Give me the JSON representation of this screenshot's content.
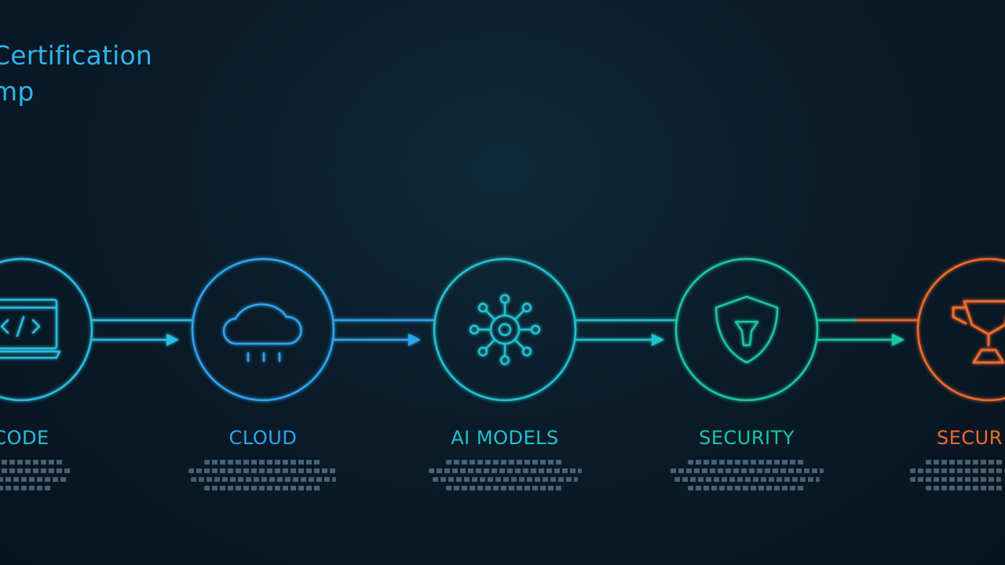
{
  "title": {
    "line1": "Certification",
    "line2": "mp"
  },
  "colors": {
    "background": "#0a1c2a",
    "title": "#2fb3ea",
    "code": "#2bbde0",
    "cloud": "#2fa5ef",
    "ai": "#20c2cf",
    "security": "#1fc5a6",
    "final": "#f06a2e"
  },
  "steps": [
    {
      "label": "CODE",
      "icon": "code-laptop-icon",
      "color": "#2bbde0"
    },
    {
      "label": "CLOUD",
      "icon": "cloud-icon",
      "color": "#2fa5ef"
    },
    {
      "label": "AI MODELS",
      "icon": "neural-network-icon",
      "color": "#20c2cf"
    },
    {
      "label": "SECURITY",
      "icon": "shield-icon",
      "color": "#1fc5a6"
    },
    {
      "label": "SECUR",
      "icon": "trophy-icon",
      "color": "#f06a2e"
    }
  ]
}
